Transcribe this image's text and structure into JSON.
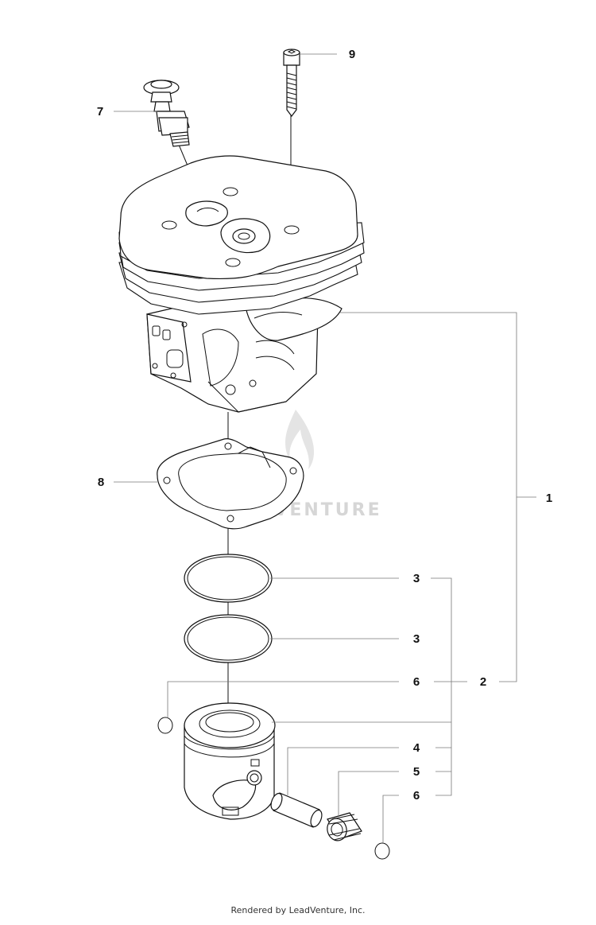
{
  "diagram": {
    "callouts": [
      {
        "id": "callout-9",
        "label": "9"
      },
      {
        "id": "callout-7",
        "label": "7"
      },
      {
        "id": "callout-1",
        "label": "1"
      },
      {
        "id": "callout-8",
        "label": "8"
      },
      {
        "id": "callout-3a",
        "label": "3"
      },
      {
        "id": "callout-3b",
        "label": "3"
      },
      {
        "id": "callout-6a",
        "label": "6"
      },
      {
        "id": "callout-2",
        "label": "2"
      },
      {
        "id": "callout-4",
        "label": "4"
      },
      {
        "id": "callout-5",
        "label": "5"
      },
      {
        "id": "callout-6b",
        "label": "6"
      }
    ],
    "watermark": "LEADVENTURE",
    "footer": "Rendered by LeadVenture, Inc."
  }
}
